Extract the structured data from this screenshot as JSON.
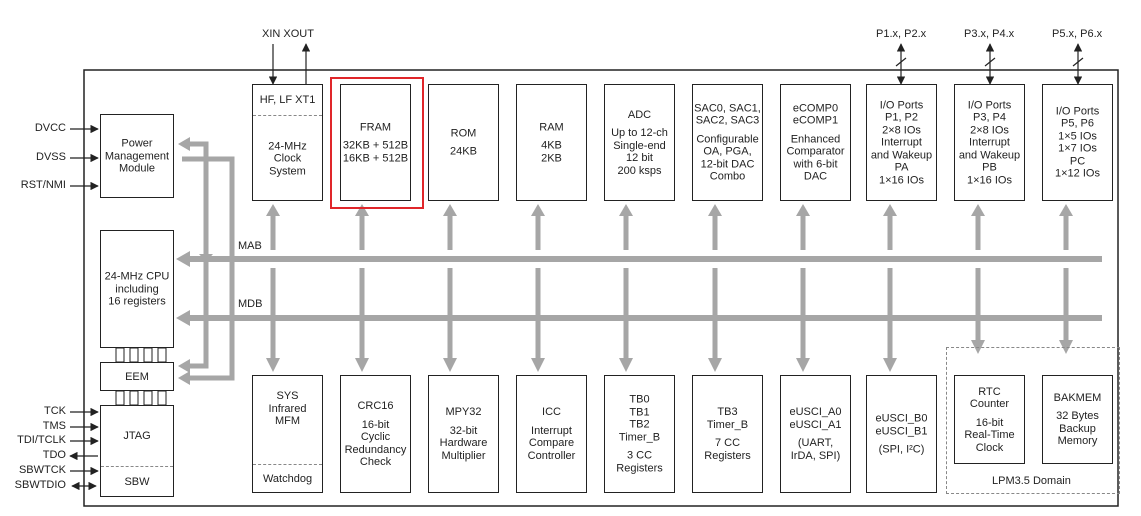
{
  "top_pins": {
    "clock": "XIN  XOUT",
    "p1p2": "P1.x, P2.x",
    "p3p4": "P3.x, P4.x",
    "p5p6": "P5.x, P6.x"
  },
  "left_pins": {
    "dvcc": "DVCC",
    "dvss": "DVSS",
    "rst": "RST/NMI",
    "tck": "TCK",
    "tms": "TMS",
    "tdi": "TDI/TCLK",
    "tdo": "TDO",
    "sbwtck": "SBWTCK",
    "sbwtdio": "SBWTDIO"
  },
  "buses": {
    "mab": "MAB",
    "mdb": "MDB"
  },
  "blocks": {
    "pmm": [
      "Power",
      "Management",
      "Module"
    ],
    "cpu": [
      "24-MHz CPU",
      "including",
      "16 registers"
    ],
    "eem": "EEM",
    "jtag": "JTAG",
    "sbw": "SBW",
    "clock_header": "HF, LF XT1",
    "clock": [
      "24-MHz",
      "Clock",
      "System"
    ],
    "fram": [
      "FRAM",
      "",
      "32KB + 512B",
      "16KB + 512B"
    ],
    "rom": [
      "ROM",
      "",
      "24KB"
    ],
    "ram": [
      "RAM",
      "",
      "4KB",
      "2KB"
    ],
    "adc": [
      "ADC",
      "",
      "Up to 12-ch",
      "Single-end",
      "12 bit",
      "200 ksps"
    ],
    "sac": [
      "SAC0, SAC1,",
      "SAC2, SAC3",
      "",
      "Configurable",
      "OA, PGA,",
      "12-bit DAC",
      "Combo"
    ],
    "ecomp": [
      "eCOMP0",
      "eCOMP1",
      "",
      "Enhanced",
      "Comparator",
      "with 6-bit",
      "DAC"
    ],
    "io_pa": [
      "I/O Ports",
      "P1, P2",
      "2×8 IOs",
      "Interrupt",
      "and Wakeup",
      "PA",
      "1×16 IOs"
    ],
    "io_pb": [
      "I/O Ports",
      "P3, P4",
      "2×8 IOs",
      "Interrupt",
      "and Wakeup",
      "PB",
      "1×16 IOs"
    ],
    "io_pc": [
      "I/O Ports",
      "P5, P6",
      "1×5 IOs",
      "1×7 IOs",
      "PC",
      "1×12 IOs"
    ],
    "sys": [
      "SYS",
      "Infrared",
      "MFM"
    ],
    "watchdog": "Watchdog",
    "crc": [
      "CRC16",
      "",
      "16-bit",
      "Cyclic",
      "Redundancy",
      "Check"
    ],
    "mpy": [
      "MPY32",
      "",
      "32-bit",
      "Hardware",
      "Multiplier"
    ],
    "icc": [
      "ICC",
      "",
      "Interrupt",
      "Compare",
      "Controller"
    ],
    "tb0": [
      "TB0",
      "TB1",
      "TB2",
      "Timer_B",
      "",
      "3 CC",
      "Registers"
    ],
    "tb3": [
      "TB3",
      "Timer_B",
      "",
      "7 CC",
      "Registers"
    ],
    "eusci_a": [
      "eUSCI_A0",
      "eUSCI_A1",
      "",
      "(UART,",
      "IrDA, SPI)"
    ],
    "eusci_b": [
      "eUSCI_B0",
      "eUSCI_B1",
      "",
      "(SPI, I²C)"
    ],
    "rtc": [
      "RTC",
      "Counter",
      "",
      "16-bit",
      "Real-Time",
      "Clock"
    ],
    "bakmem": [
      "BAKMEM",
      "",
      "32 Bytes",
      "Backup",
      "Memory"
    ]
  },
  "lpm_domain": "LPM3.5 Domain",
  "colors": {
    "bus": "#a6a6a6",
    "border": "#222222",
    "highlight": "#e0262a",
    "dashed": "#888888"
  }
}
